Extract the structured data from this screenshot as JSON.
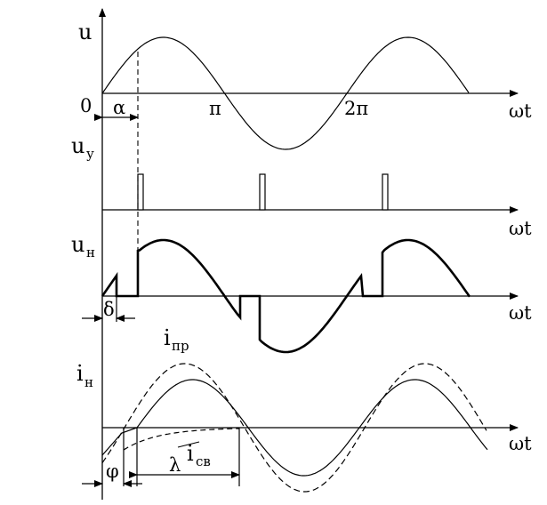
{
  "labels": {
    "u": "u",
    "uy_main": "u",
    "uy_sub": "у",
    "un_main": "u",
    "un_sub": "н",
    "in_main": "i",
    "in_sub": "н",
    "ipr_main": "i",
    "ipr_sub": "пр",
    "isv_main": "i",
    "isv_sub": "св",
    "zero": "0",
    "pi": "π",
    "two_pi": "2π",
    "wt": "ωt",
    "alpha": "α",
    "delta": "δ",
    "phi": "φ",
    "lambda": "λ"
  },
  "colors": {
    "stroke": "#000000",
    "background": "#ffffff"
  }
}
